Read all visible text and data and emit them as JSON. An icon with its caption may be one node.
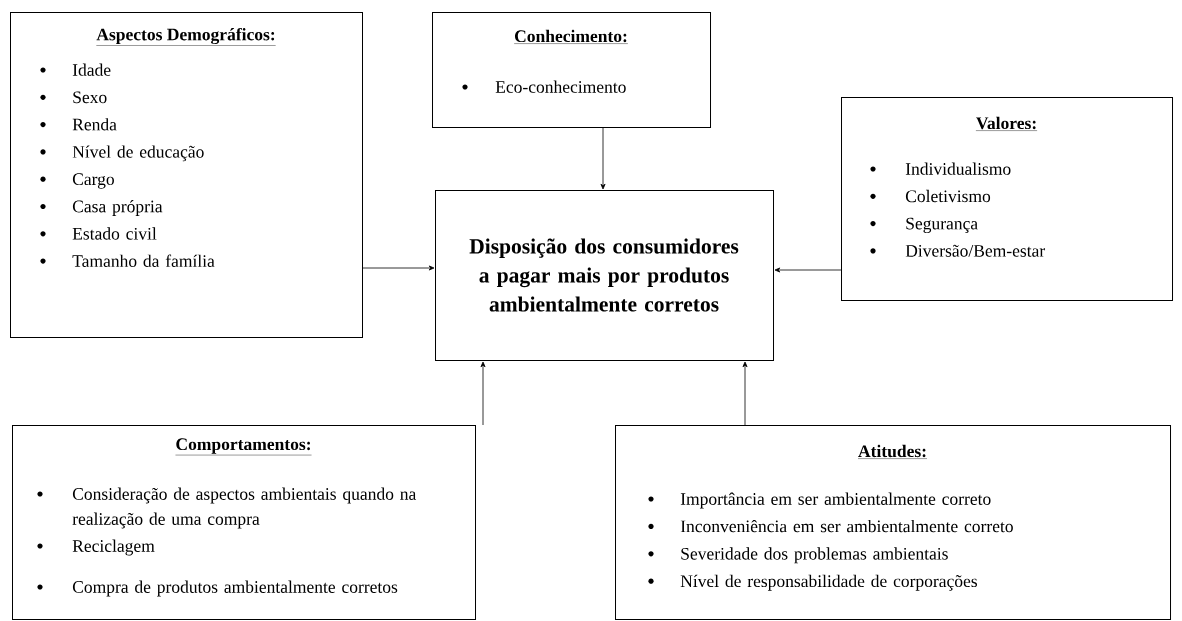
{
  "diagram": {
    "nodes": [
      {
        "text": [
          "Aspectos Demográficos:",
          "Idade",
          "Sexo",
          "Renda",
          "Nível de educação",
          "Cargo",
          "Casa própria",
          "Estado civil",
          "Tamanho da família"
        ]
      },
      {
        "text": [
          "Conhecimento:",
          "Eco-conhecimento"
        ]
      },
      {
        "text": [
          "Disposição dos consumidores a pagar mais por produtos ambientalmente corretos"
        ]
      },
      {
        "text": [
          "Valores:",
          "Individualismo",
          "Coletivismo",
          "Segurança",
          "Diversão/Bem-estar"
        ]
      },
      {
        "text": [
          "Comportamentos:",
          "Consideração de aspectos ambientais quando na realização de uma compra",
          "Reciclagem",
          "Compra de produtos ambientalmente corretos"
        ]
      },
      {
        "text": [
          "Atitudes:",
          "Importância em ser ambientalmente correto",
          "Inconveniência em ser ambientalmente correto",
          "Severidade dos problemas ambientais",
          "Nível de responsabilidade de corporações"
        ]
      }
    ],
    "edges": [
      {
        "from": 0,
        "to": 2,
        "arrow": "to"
      },
      {
        "from": 1,
        "to": 2,
        "arrow": "to"
      },
      {
        "from": 3,
        "to": 2,
        "arrow": "to"
      },
      {
        "from": 4,
        "to": 2,
        "arrow": "to"
      },
      {
        "from": 5,
        "to": 2,
        "arrow": "to"
      }
    ]
  }
}
